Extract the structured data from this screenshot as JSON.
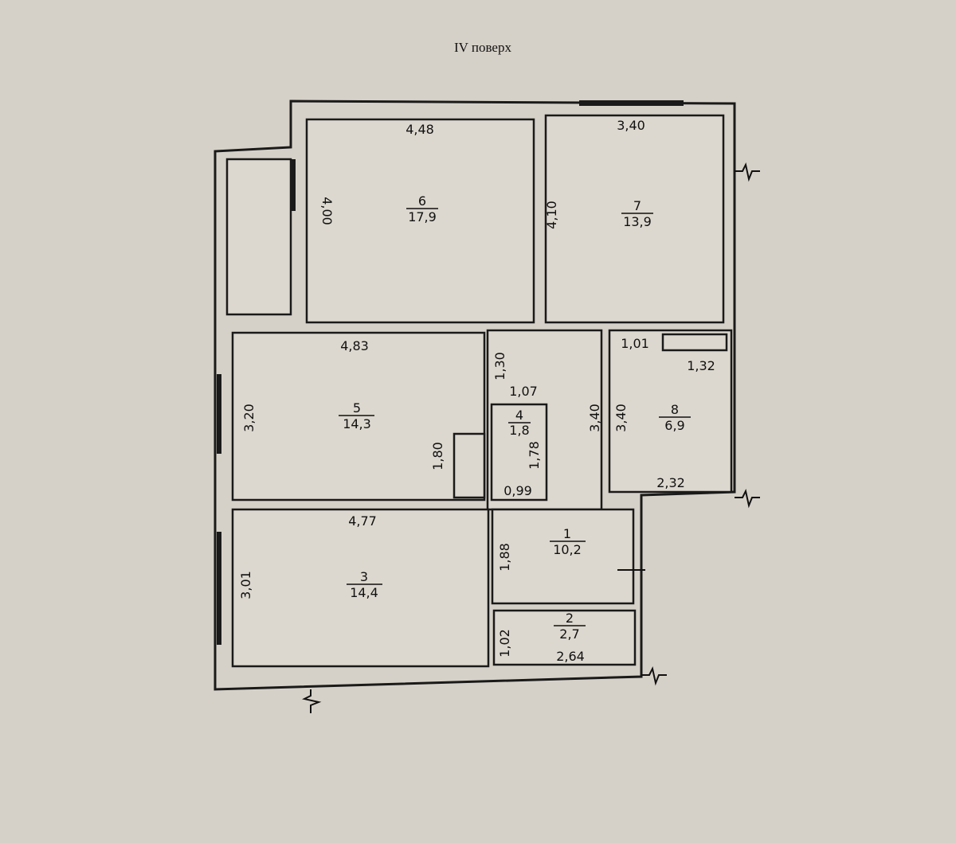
{
  "title": "IV поверх",
  "rooms": [
    {
      "number": "1",
      "area": "10,2",
      "dims": [
        "1,88"
      ]
    },
    {
      "number": "2",
      "area": "2,7",
      "dims": [
        "1,02",
        "2,64"
      ]
    },
    {
      "number": "3",
      "area": "14,4",
      "dims": [
        "4,77",
        "3,01"
      ]
    },
    {
      "number": "4",
      "area": "1,8",
      "dims": [
        "1,07",
        "1,78",
        "0,99"
      ]
    },
    {
      "number": "5",
      "area": "14,3",
      "dims": [
        "4,83",
        "3,20",
        "1,80"
      ]
    },
    {
      "number": "6",
      "area": "17,9",
      "dims": [
        "4,48",
        "4,00"
      ]
    },
    {
      "number": "7",
      "area": "13,9",
      "dims": [
        "3,40",
        "4,10"
      ]
    },
    {
      "number": "8",
      "area": "6,9",
      "dims": [
        "1,01",
        "1,32",
        "3,40",
        "2,32"
      ]
    }
  ],
  "corridor": {
    "dims": [
      "1,30",
      "3,40"
    ]
  }
}
